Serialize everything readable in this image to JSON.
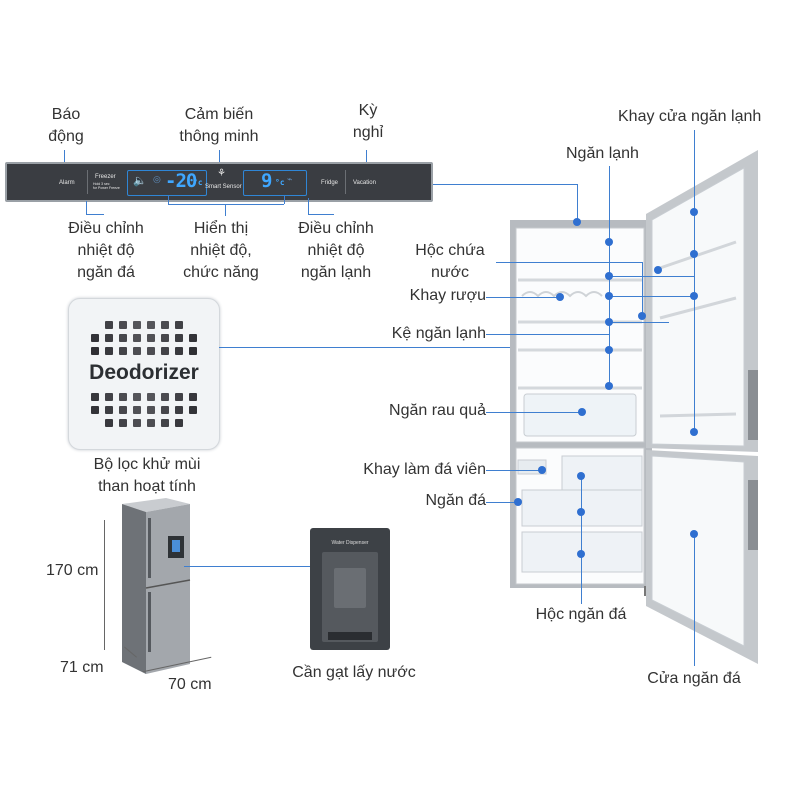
{
  "labels": {
    "alarm": "Báo\nđộng",
    "smart_sensor": "Cảm biến\nthông minh",
    "vacation": "Kỳ\nnghỉ",
    "freezer_adjust": "Điều chỉnh\nnhiệt độ\nngăn đá",
    "display": "Hiển thị\nnhiệt độ,\nchức năng",
    "fridge_adjust": "Điều chỉnh\nnhiệt độ\nngăn lạnh",
    "fridge_door_tray": "Khay cửa ngăn lạnh",
    "fridge_compartment": "Ngăn lạnh",
    "water_tank": "Hộc chứa\nnước",
    "wine_tray": "Khay rượu",
    "fridge_shelf": "Kệ ngăn lạnh",
    "crisper": "Ngăn rau quả",
    "ice_tray": "Khay làm đá viên",
    "freezer_compartment": "Ngăn đá",
    "freezer_drawer": "Hộc ngăn đá",
    "freezer_door": "Cửa ngăn đá",
    "deodorizer_caption": "Bộ lọc khử mùi\nthan hoạt tính",
    "water_lever": "Cần gạt lấy nước",
    "height": "170 cm",
    "depth": "71 cm",
    "width": "70 cm"
  },
  "panel": {
    "alarm": "Alarm",
    "freezer": "Freezer",
    "freezer_sub": "Hold 3 sec\nfor Power Freeze",
    "freezer_temp": "-20",
    "fridge_temp": "9",
    "unit": "°c",
    "smart_sensor": "Smart Sensor",
    "fridge": "Fridge",
    "vacation": "Vacation"
  },
  "deodorizer_text": "Deodorizer",
  "dispenser_label": "Water Dispenser",
  "colors": {
    "line": "#3f7fd0",
    "dot": "#2f6fd0",
    "panel": "#3a3d42",
    "display": "#3fa7ff"
  }
}
